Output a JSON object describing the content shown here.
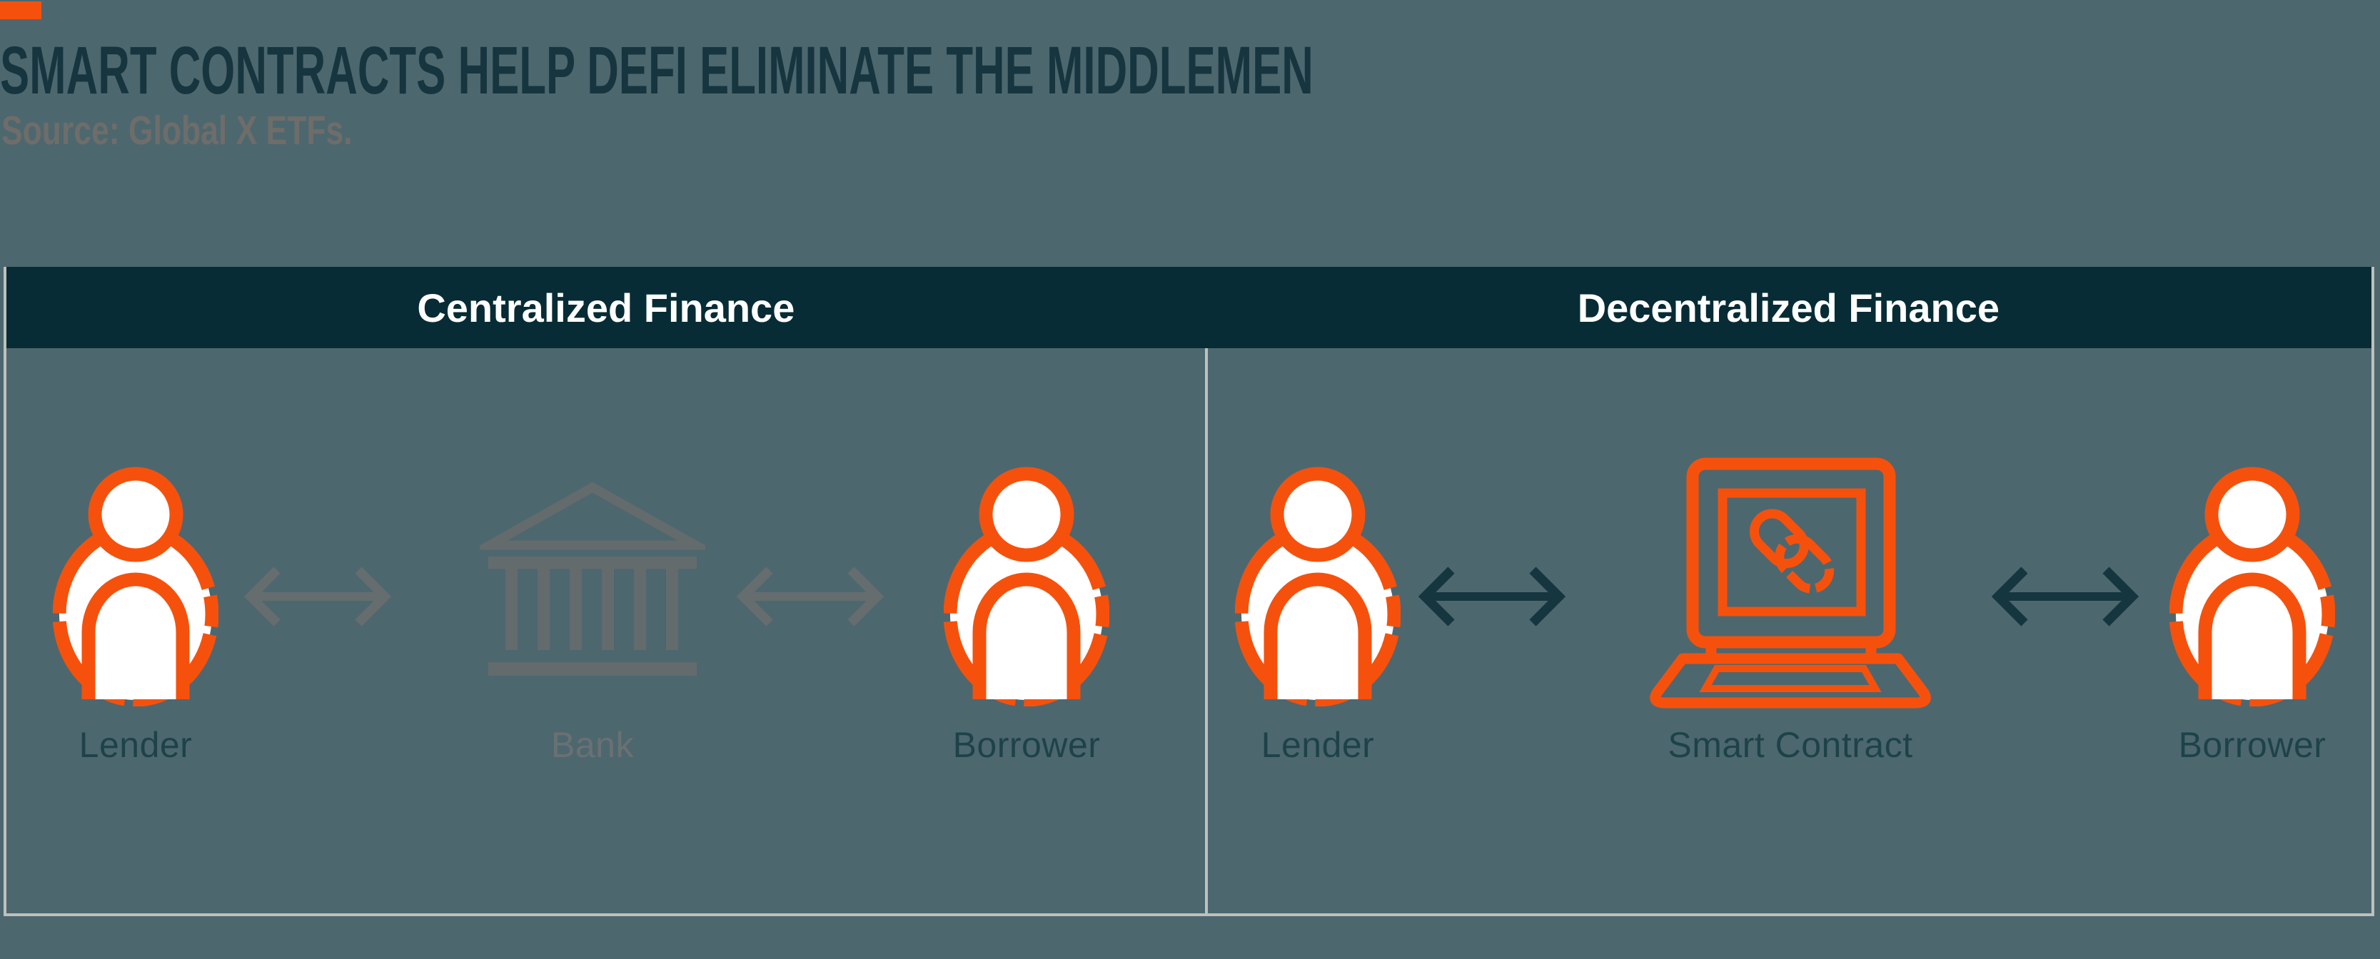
{
  "page": {
    "title": "SMART CONTRACTS HELP DEFI ELIMINATE THE MIDDLEMEN",
    "source": "Source: Global X ETFs.",
    "colors": {
      "background": "#4D676F",
      "accent_orange": "#F5510D",
      "header_dark": "#072C35",
      "title_text": "#16353E",
      "label_text": "#1D4349",
      "muted_gray": "#646B6D",
      "arrow_dark": "#16363F",
      "border_light": "#BEC1BB",
      "white": "#FFFFFF"
    }
  },
  "panels": [
    {
      "id": "centralized",
      "header": "Centralized Finance",
      "arrow_style": "muted",
      "entities": [
        {
          "label": "Lender",
          "icon": "person-icon",
          "muted": false
        },
        {
          "label": "Bank",
          "icon": "bank-icon",
          "muted": true
        },
        {
          "label": "Borrower",
          "icon": "person-icon",
          "muted": false
        }
      ]
    },
    {
      "id": "decentralized",
      "header": "Decentralized Finance",
      "arrow_style": "dark",
      "entities": [
        {
          "label": "Lender",
          "icon": "person-icon",
          "muted": false
        },
        {
          "label": "Smart Contract",
          "icon": "laptop-chain-icon",
          "muted": false
        },
        {
          "label": "Borrower",
          "icon": "person-icon",
          "muted": false
        }
      ]
    }
  ]
}
